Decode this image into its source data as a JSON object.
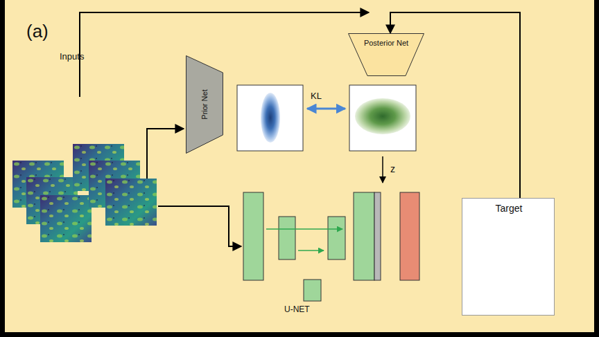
{
  "diagram": {
    "nodes": [
      {
        "text": [
          "Posterior Net"
        ]
      },
      {
        "text": [
          "Prior Net"
        ]
      },
      {
        "text": [
          "Target"
        ]
      }
    ],
    "edges": [
      {
        "from": 2,
        "to": 0,
        "arrow": "to"
      }
    ],
    "labels": [
      "(a)",
      "Inputs",
      "KL",
      "z",
      "U-NET"
    ]
  }
}
